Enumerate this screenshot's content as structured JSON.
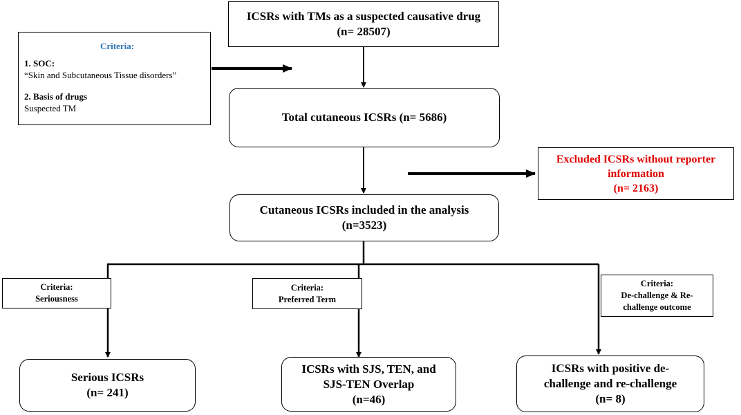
{
  "flow": {
    "top_box": {
      "line1": "ICSRs with TMs as a suspected causative drug",
      "line2": "(n= 28507)"
    },
    "criteria": {
      "title": "Criteria:",
      "item1_heading": "1. SOC:",
      "item1_text": "“Skin and Subcutaneous Tissue disorders”",
      "item2_heading": "2. Basis of drugs",
      "item2_text": "Suspected TM"
    },
    "total_box": {
      "text": "Total cutaneous ICSRs (n= 5686)"
    },
    "excluded_box": {
      "line1": "Excluded ICSRs without reporter",
      "line2": "information",
      "line3": "(n= 2163)"
    },
    "included_box": {
      "line1": "Cutaneous ICSRs included in the analysis",
      "line2": "(n=3523)"
    },
    "branches": [
      {
        "criteria_line1": "Criteria:",
        "criteria_line2": "Seriousness",
        "result_line1": "Serious ICSRs",
        "result_line2": "(n= 241)"
      },
      {
        "criteria_line1": "Criteria:",
        "criteria_line2": "Preferred Term",
        "result_line1": "ICSRs with SJS, TEN, and",
        "result_line2": "SJS-TEN Overlap",
        "result_line3": "(n=46)"
      },
      {
        "criteria_line1": "Criteria:",
        "criteria_line2": "De-challenge & Re-",
        "criteria_line3": "challenge outcome",
        "result_line1": "ICSRs with positive de-",
        "result_line2": "challenge and re-challenge",
        "result_line3": "(n= 8)"
      }
    ]
  }
}
